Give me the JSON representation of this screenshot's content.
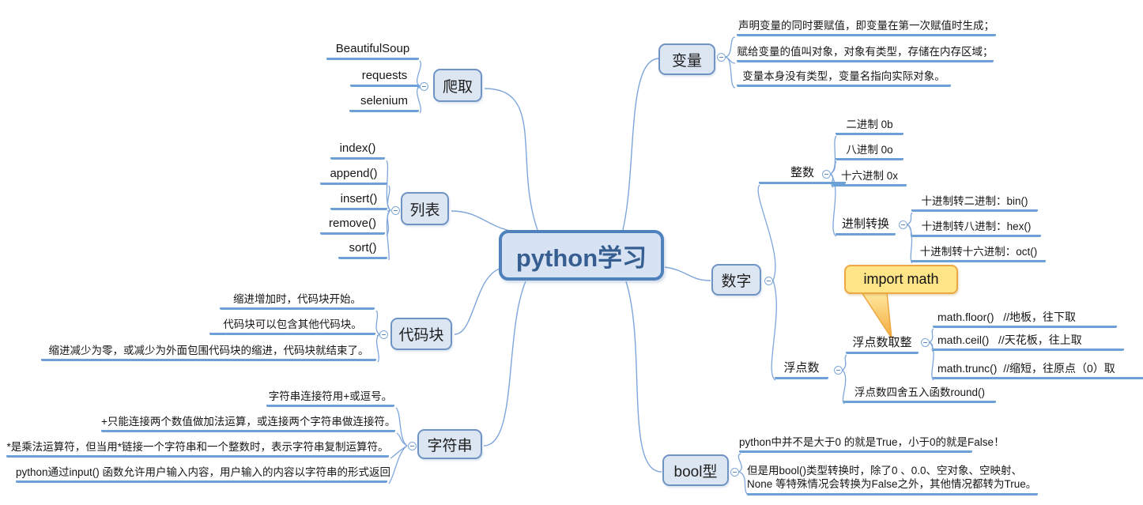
{
  "root": {
    "label": "python学习"
  },
  "branches": {
    "crawling": {
      "label": "爬取",
      "children": [
        "BeautifulSoup",
        "requests",
        "selenium"
      ]
    },
    "list": {
      "label": "列表",
      "children": [
        "index()",
        "append()",
        "insert()",
        "remove()",
        "sort()"
      ]
    },
    "code_block": {
      "label": "代码块",
      "children": [
        "缩进增加时，代码块开始。",
        "代码块可以包含其他代码块。",
        "缩进减少为零，或减少为外面包围代码块的缩进，代码块就结束了。"
      ]
    },
    "string": {
      "label": "字符串",
      "children": [
        "字符串连接符用+或逗号。",
        "+只能连接两个数值做加法运算，或连接两个字符串做连接符。",
        "*是乘法运算符，但当用*链接一个字符串和一个整数时，表示字符串复制运算符。",
        "python通过input() 函数允许用户输入内容，用户输入的内容以字符串的形式返回"
      ]
    },
    "variable": {
      "label": "变量",
      "children": [
        "声明变量的同时要赋值，即变量在第一次赋值时生成；",
        "赋给变量的值叫对象，对象有类型，存储在内存区域；",
        "变量本身没有类型，变量名指向实际对象。"
      ]
    },
    "number": {
      "label": "数字",
      "integer": {
        "label": "整数",
        "children": [
          "二进制 0b",
          "八进制 0o",
          "十六进制 0x"
        ],
        "base_conversion": {
          "label": "进制转换",
          "children": [
            "十进制转二进制：bin()",
            "十进制转八进制：hex()",
            "十进制转十六进制：oct()"
          ]
        }
      },
      "float": {
        "label": "浮点数",
        "rounding_to_int": {
          "label": "浮点数取整",
          "children": [
            "math.floor()   //地板，往下取",
            "math.ceil()   //天花板，往上取",
            "math.trunc()  //缩短，往原点（0）取"
          ]
        },
        "round_fn": {
          "label": "浮点数四舍五入函数round()"
        }
      },
      "note": {
        "label": "import math"
      }
    },
    "bool": {
      "label": "bool型",
      "children": [
        "python中并不是大于0 的就是True，小于0的就是False！",
        "但是用bool()类型转换时，除了0 、0.0、空对象、空映射、None 等特殊情况会转换为False之外，其他情况都转为True。"
      ]
    }
  },
  "colors": {
    "branch_line": "#7EA6DB",
    "underline": "#6CA0D6",
    "topic_fill": "#DCE6F2",
    "topic_border": "#6F94C4",
    "root_border": "#4F81BD",
    "root_text": "#365E91",
    "note_fill": "#FFE587",
    "note_border": "#EDA743"
  }
}
